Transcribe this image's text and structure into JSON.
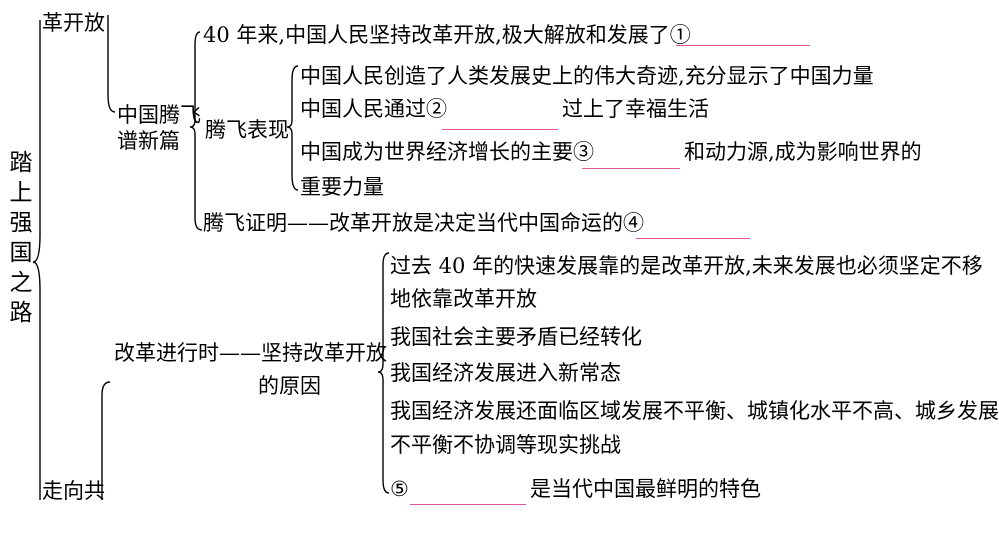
{
  "root": {
    "title": "踏上强国之路"
  },
  "branch_top": {
    "label": "革开放"
  },
  "branch_bottom": {
    "label": "走向共"
  },
  "section_flying": {
    "title_line1": "中国腾飞",
    "title_line2": "谱新篇",
    "line_40years": "40 年来,中国人民坚持改革开放,极大解放和发展了①",
    "performance": {
      "label": "腾飞表现",
      "item1": "中国人民创造了人类发展史上的伟大奇迹,充分显示了中国力量",
      "item2_before": "中国人民通过②",
      "item2_after": "过上了幸福生活",
      "item3_before": "中国成为世界经济增长的主要③",
      "item3_after": "和动力源,成为影响世界的",
      "item3_cont": "重要力量"
    },
    "proof_line": "腾飞证明——改革开放是决定当代中国命运的④"
  },
  "section_reform": {
    "label_line1": "改革进行时——坚持改革开放",
    "label_line2": "的原因",
    "reasons": {
      "r1_line1": "过去 40 年的快速发展靠的是改革开放,未来发展也必须坚定不移",
      "r1_line2": "地依靠改革开放",
      "r2": "我国社会主要矛盾已经转化",
      "r3": "我国经济发展进入新常态",
      "r4_line1": "我国经济发展还面临区域发展不平衡、城镇化水平不高、城乡发展",
      "r4_line2": "不平衡不协调等现实挑战",
      "r5_before": "⑤",
      "r5_after": "是当代中国最鲜明的特色"
    }
  },
  "colors": {
    "blank_underline": "#e4559a",
    "text": "#000000",
    "background": "#ffffff"
  }
}
